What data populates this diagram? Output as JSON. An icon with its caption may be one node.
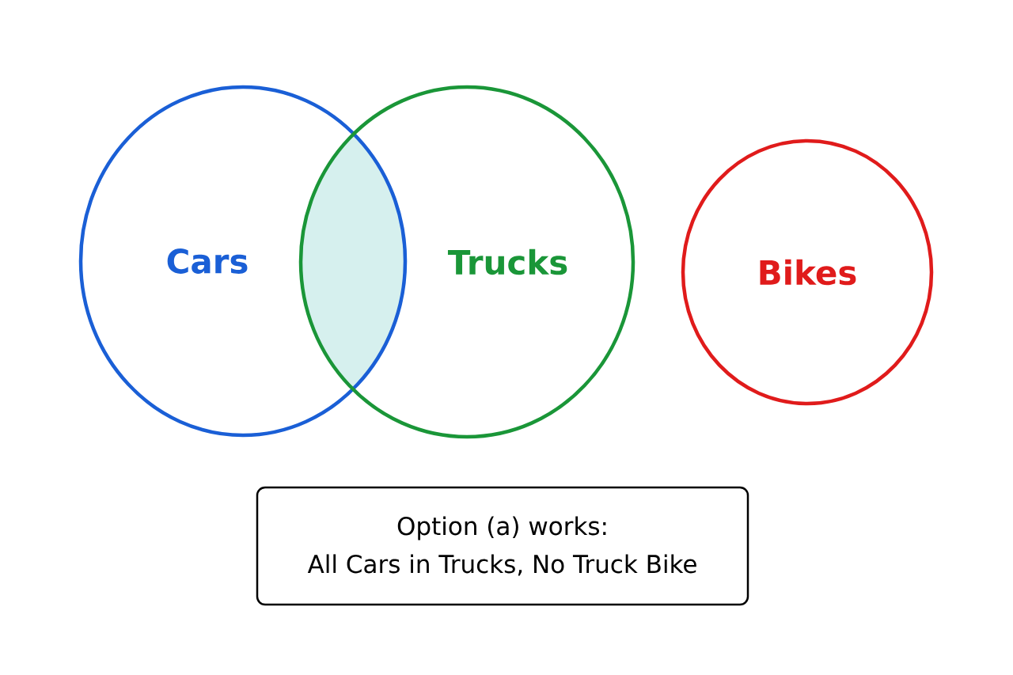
{
  "diagram": {
    "nodes": [
      {
        "text": [
          "Cars"
        ]
      },
      {
        "text": [
          "Trucks"
        ]
      },
      {
        "text": [
          "Bikes"
        ]
      },
      {
        "text": [
          "Option (a) works:",
          "All Cars in Trucks, No Truck Bike"
        ]
      }
    ],
    "edges": []
  }
}
